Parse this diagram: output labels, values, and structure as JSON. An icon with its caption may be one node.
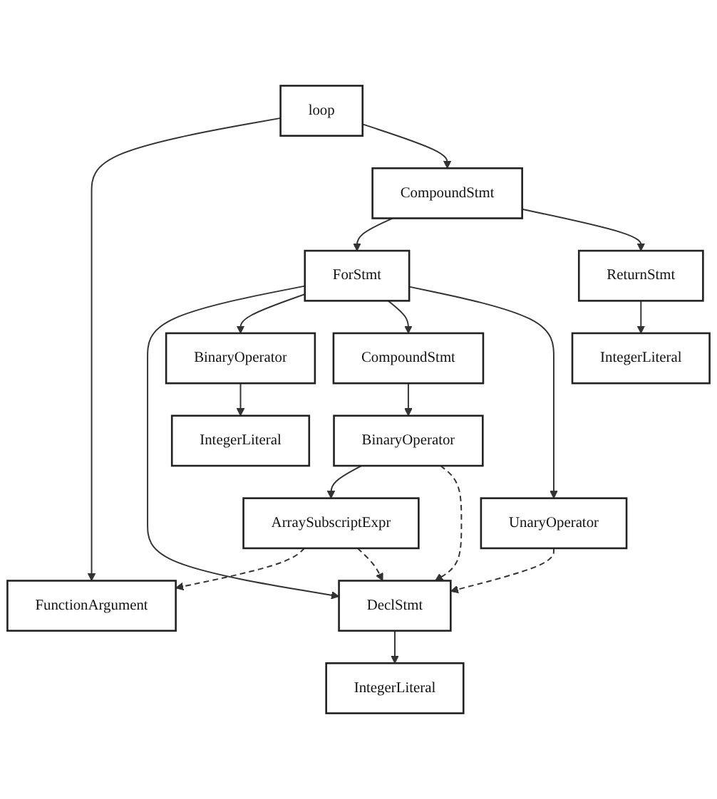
{
  "diagram": {
    "nodes": [
      {
        "text": [
          "loop"
        ]
      },
      {
        "text": [
          "FunctionArgument"
        ]
      },
      {
        "text": [
          "CompoundStmt"
        ]
      },
      {
        "text": [
          "ForStmt"
        ]
      },
      {
        "text": [
          "ReturnStmt"
        ]
      },
      {
        "text": [
          "DeclStmt"
        ]
      },
      {
        "text": [
          "BinaryOperator"
        ]
      },
      {
        "text": [
          "UnaryOperator"
        ]
      },
      {
        "text": [
          "IntegerLiteral"
        ]
      },
      {
        "text": [
          "CompoundStmt"
        ]
      },
      {
        "text": [
          "IntegerLiteral"
        ]
      },
      {
        "text": [
          "IntegerLiteral"
        ]
      },
      {
        "text": [
          "BinaryOperator"
        ]
      },
      {
        "text": [
          "ArraySubscriptExpr"
        ]
      }
    ],
    "edges": [
      {
        "from": 0,
        "to": 1,
        "arrow": "to"
      },
      {
        "from": 0,
        "to": 2,
        "arrow": "to"
      },
      {
        "from": 2,
        "to": 3,
        "arrow": "to"
      },
      {
        "from": 2,
        "to": 4,
        "arrow": "to"
      },
      {
        "from": 3,
        "to": 5,
        "arrow": "to"
      },
      {
        "from": 3,
        "to": 6,
        "arrow": "to"
      },
      {
        "from": 3,
        "to": 9,
        "arrow": "to"
      },
      {
        "from": 3,
        "to": 7,
        "arrow": "to"
      },
      {
        "from": 4,
        "to": 10,
        "arrow": "to"
      },
      {
        "from": 5,
        "to": 8,
        "arrow": "to"
      },
      {
        "from": 6,
        "to": 11,
        "arrow": "to"
      },
      {
        "from": 9,
        "to": 12,
        "arrow": "to"
      },
      {
        "from": 12,
        "to": 13,
        "arrow": "to"
      },
      {
        "from": 13,
        "to": 1,
        "arrow": "to",
        "style": "dashed"
      },
      {
        "from": 13,
        "to": 5,
        "arrow": "to",
        "style": "dashed"
      },
      {
        "from": 7,
        "to": 5,
        "arrow": "to",
        "style": "dashed"
      },
      {
        "from": 12,
        "to": 5,
        "arrow": "to",
        "style": "dashed"
      }
    ]
  }
}
